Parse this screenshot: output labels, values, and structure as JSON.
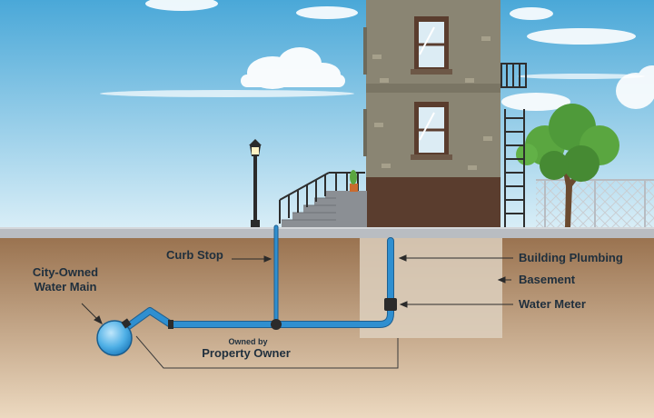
{
  "labels": {
    "city_main_line1": "City-Owned",
    "city_main_line2": "Water Main",
    "curb_stop": "Curb Stop",
    "building_plumbing": "Building Plumbing",
    "basement": "Basement",
    "water_meter": "Water Meter",
    "owned_by": "Owned by",
    "property_owner": "Property Owner"
  },
  "colors": {
    "sky_top": "#4aa8d8",
    "sky_bottom": "#d9eef7",
    "soil_top": "#9a7350",
    "soil_bottom": "#ecd9c0",
    "sidewalk": "#b9bdc2",
    "pipe": "#2f8fd0",
    "building_upper": "#8a8573",
    "building_lower": "#5a3d2e",
    "tree": "#4f9a3a",
    "label_text": "#1f2f3d"
  },
  "icons": [
    "street-lamp-icon",
    "tree-icon",
    "water-main-icon",
    "water-meter-icon",
    "curb-stop-valve-icon"
  ]
}
